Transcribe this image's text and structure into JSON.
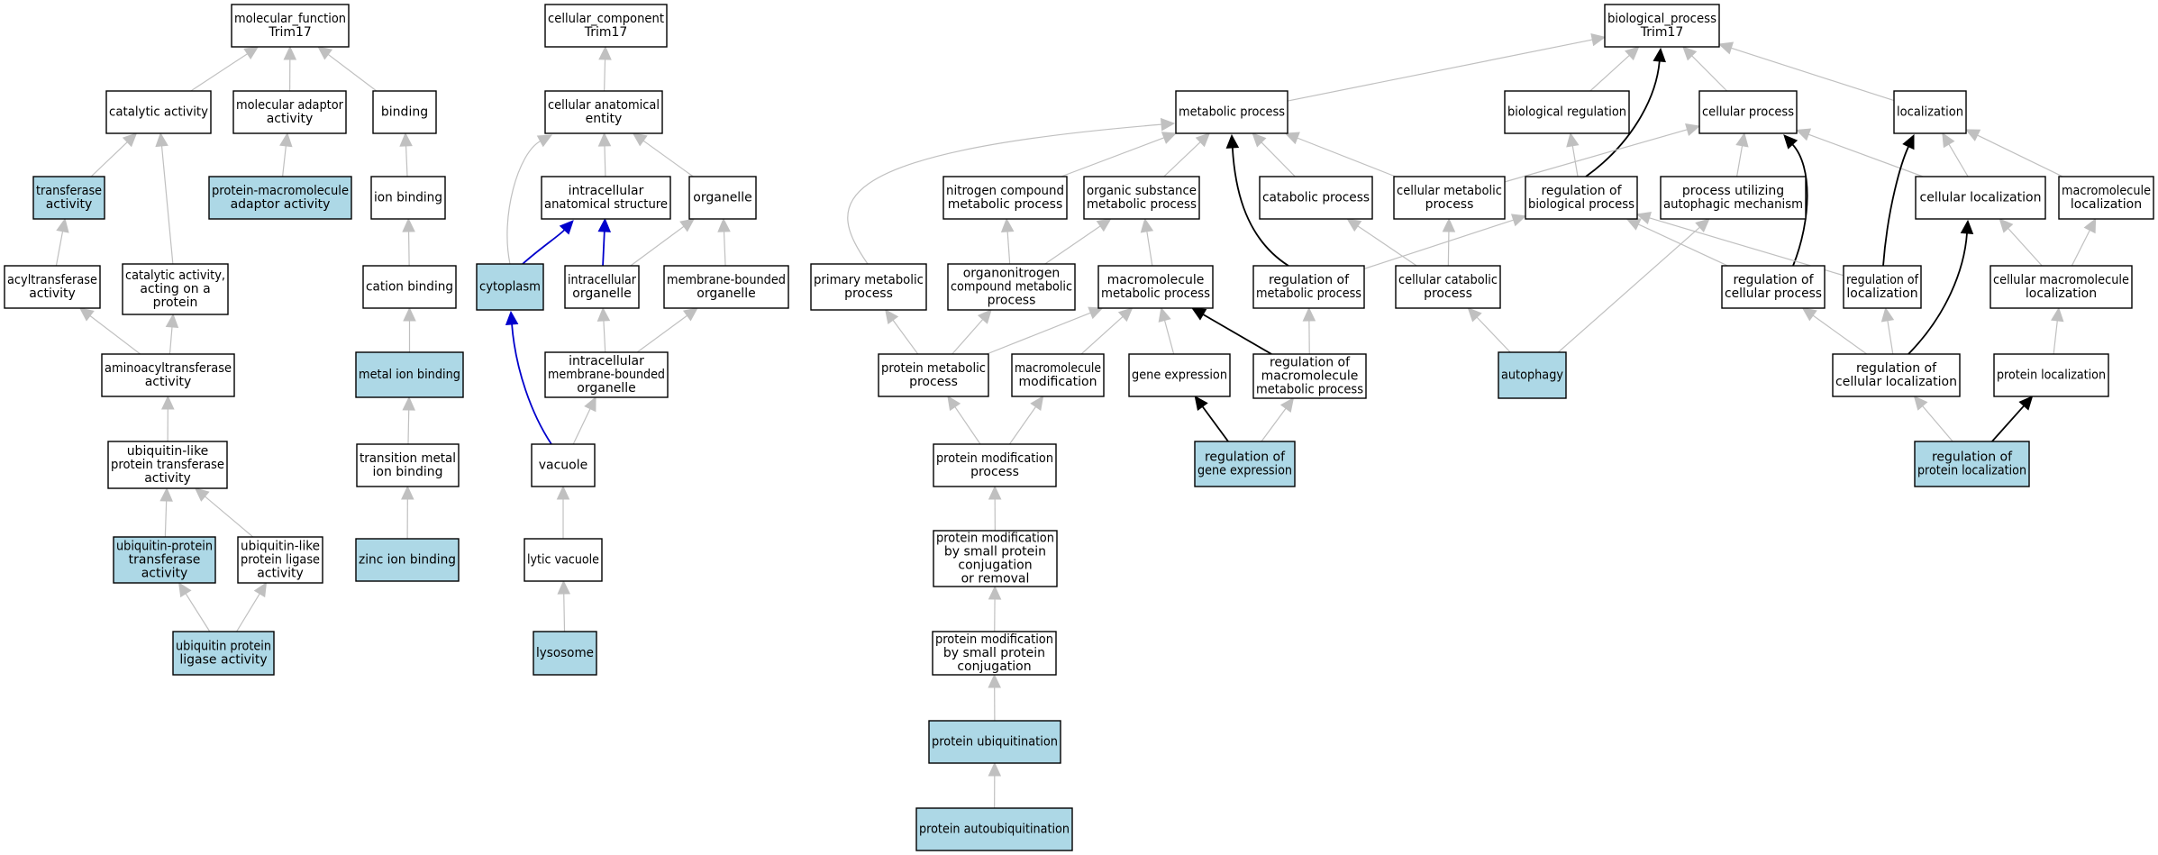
{
  "colors": {
    "highlight_fill": "#add8e6",
    "plain_fill": "#ffffff",
    "gray_edge": "#c0c0c0",
    "black_edge": "#000000",
    "blue_edge": "#0000cc"
  },
  "nodes": [
    {
      "id": "mf_root",
      "lines": [
        "molecular_function",
        "Trim17"
      ],
      "highlighted": false
    },
    {
      "id": "catalytic_activity",
      "lines": [
        "catalytic activity"
      ],
      "highlighted": false
    },
    {
      "id": "molecular_adaptor_activity",
      "lines": [
        "molecular adaptor",
        "activity"
      ],
      "highlighted": false
    },
    {
      "id": "binding",
      "lines": [
        "binding"
      ],
      "highlighted": false
    },
    {
      "id": "transferase_activity",
      "lines": [
        "transferase",
        "activity"
      ],
      "highlighted": true
    },
    {
      "id": "protein_macromolecule_adaptor",
      "lines": [
        "protein-macromolecule",
        "adaptor activity"
      ],
      "highlighted": true
    },
    {
      "id": "ion_binding",
      "lines": [
        "ion binding"
      ],
      "highlighted": false
    },
    {
      "id": "acyltransferase_activity",
      "lines": [
        "acyltransferase",
        "activity"
      ],
      "highlighted": false
    },
    {
      "id": "catalytic_acting_on_protein",
      "lines": [
        "catalytic activity,",
        "acting on a",
        "protein"
      ],
      "highlighted": false
    },
    {
      "id": "cation_binding",
      "lines": [
        "cation binding"
      ],
      "highlighted": false
    },
    {
      "id": "aminoacyltransferase_activity",
      "lines": [
        "aminoacyltransferase",
        "activity"
      ],
      "highlighted": false
    },
    {
      "id": "metal_ion_binding",
      "lines": [
        "metal ion binding"
      ],
      "highlighted": true
    },
    {
      "id": "ubl_protein_transferase",
      "lines": [
        "ubiquitin-like",
        "protein transferase",
        "activity"
      ],
      "highlighted": false
    },
    {
      "id": "transition_metal_ion_binding",
      "lines": [
        "transition metal",
        "ion binding"
      ],
      "highlighted": false
    },
    {
      "id": "ubiquitin_protein_transferase",
      "lines": [
        "ubiquitin-protein",
        "transferase",
        "activity"
      ],
      "highlighted": true
    },
    {
      "id": "ubl_protein_ligase",
      "lines": [
        "ubiquitin-like",
        "protein ligase",
        "activity"
      ],
      "highlighted": false
    },
    {
      "id": "zinc_ion_binding",
      "lines": [
        "zinc ion binding"
      ],
      "highlighted": true
    },
    {
      "id": "ubiquitin_protein_ligase",
      "lines": [
        "ubiquitin protein",
        "ligase activity"
      ],
      "highlighted": true
    },
    {
      "id": "cc_root",
      "lines": [
        "cellular_component",
        "Trim17"
      ],
      "highlighted": false
    },
    {
      "id": "cellular_anatomical_entity",
      "lines": [
        "cellular anatomical",
        "entity"
      ],
      "highlighted": false
    },
    {
      "id": "intracellular_anatomical_structure",
      "lines": [
        "intracellular",
        "anatomical structure"
      ],
      "highlighted": false
    },
    {
      "id": "organelle",
      "lines": [
        "organelle"
      ],
      "highlighted": false
    },
    {
      "id": "cytoplasm",
      "lines": [
        "cytoplasm"
      ],
      "highlighted": true
    },
    {
      "id": "intracellular_organelle",
      "lines": [
        "intracellular",
        "organelle"
      ],
      "highlighted": false
    },
    {
      "id": "membrane_bounded_organelle",
      "lines": [
        "membrane-bounded",
        "organelle"
      ],
      "highlighted": false
    },
    {
      "id": "intracellular_membrane_bounded_organelle",
      "lines": [
        "intracellular",
        "membrane-bounded",
        "organelle"
      ],
      "highlighted": false
    },
    {
      "id": "vacuole",
      "lines": [
        "vacuole"
      ],
      "highlighted": false
    },
    {
      "id": "lytic_vacuole",
      "lines": [
        "lytic vacuole"
      ],
      "highlighted": false
    },
    {
      "id": "lysosome",
      "lines": [
        "lysosome"
      ],
      "highlighted": true
    },
    {
      "id": "bp_root",
      "lines": [
        "biological_process",
        "Trim17"
      ],
      "highlighted": false
    },
    {
      "id": "metabolic_process",
      "lines": [
        "metabolic process"
      ],
      "highlighted": false
    },
    {
      "id": "biological_regulation",
      "lines": [
        "biological regulation"
      ],
      "highlighted": false
    },
    {
      "id": "cellular_process",
      "lines": [
        "cellular process"
      ],
      "highlighted": false
    },
    {
      "id": "localization",
      "lines": [
        "localization"
      ],
      "highlighted": false
    },
    {
      "id": "nitrogen_compound_metabolic_process",
      "lines": [
        "nitrogen compound",
        "metabolic process"
      ],
      "highlighted": false
    },
    {
      "id": "organic_substance_metabolic_process",
      "lines": [
        "organic substance",
        "metabolic process"
      ],
      "highlighted": false
    },
    {
      "id": "catabolic_process",
      "lines": [
        "catabolic process"
      ],
      "highlighted": false
    },
    {
      "id": "cellular_metabolic_process",
      "lines": [
        "cellular metabolic",
        "process"
      ],
      "highlighted": false
    },
    {
      "id": "regulation_of_biological_process",
      "lines": [
        "regulation of",
        "biological process"
      ],
      "highlighted": false
    },
    {
      "id": "process_utilizing_autophagic_mechanism",
      "lines": [
        "process utilizing",
        "autophagic mechanism"
      ],
      "highlighted": false
    },
    {
      "id": "cellular_localization",
      "lines": [
        "cellular localization"
      ],
      "highlighted": false
    },
    {
      "id": "macromolecule_localization",
      "lines": [
        "macromolecule",
        "localization"
      ],
      "highlighted": false
    },
    {
      "id": "primary_metabolic_process",
      "lines": [
        "primary metabolic",
        "process"
      ],
      "highlighted": false
    },
    {
      "id": "organonitrogen_compound_metabolic_process",
      "lines": [
        "organonitrogen",
        "compound metabolic",
        "process"
      ],
      "highlighted": false
    },
    {
      "id": "macromolecule_metabolic_process",
      "lines": [
        "macromolecule",
        "metabolic process"
      ],
      "highlighted": false
    },
    {
      "id": "regulation_of_metabolic_process",
      "lines": [
        "regulation of",
        "metabolic process"
      ],
      "highlighted": false
    },
    {
      "id": "cellular_catabolic_process",
      "lines": [
        "cellular catabolic",
        "process"
      ],
      "highlighted": false
    },
    {
      "id": "regulation_of_cellular_process",
      "lines": [
        "regulation of",
        "cellular process"
      ],
      "highlighted": false
    },
    {
      "id": "regulation_of_localization",
      "lines": [
        "regulation of",
        "localization"
      ],
      "highlighted": false
    },
    {
      "id": "cellular_macromolecule_localization",
      "lines": [
        "cellular macromolecule",
        "localization"
      ],
      "highlighted": false
    },
    {
      "id": "protein_metabolic_process",
      "lines": [
        "protein metabolic",
        "process"
      ],
      "highlighted": false
    },
    {
      "id": "macromolecule_modification",
      "lines": [
        "macromolecule",
        "modification"
      ],
      "highlighted": false
    },
    {
      "id": "gene_expression",
      "lines": [
        "gene expression"
      ],
      "highlighted": false
    },
    {
      "id": "regulation_of_macromolecule_metabolic_process",
      "lines": [
        "regulation of",
        "macromolecule",
        "metabolic process"
      ],
      "highlighted": false
    },
    {
      "id": "autophagy",
      "lines": [
        "autophagy"
      ],
      "highlighted": true
    },
    {
      "id": "regulation_of_cellular_localization",
      "lines": [
        "regulation of",
        "cellular localization"
      ],
      "highlighted": false
    },
    {
      "id": "protein_localization",
      "lines": [
        "protein localization"
      ],
      "highlighted": false
    },
    {
      "id": "protein_modification_process",
      "lines": [
        "protein modification",
        "process"
      ],
      "highlighted": false
    },
    {
      "id": "regulation_of_gene_expression",
      "lines": [
        "regulation of",
        "gene expression"
      ],
      "highlighted": true
    },
    {
      "id": "regulation_of_protein_localization",
      "lines": [
        "regulation of",
        "protein localization"
      ],
      "highlighted": true
    },
    {
      "id": "protein_modification_by_small_protein_conjugation_or_removal",
      "lines": [
        "protein modification",
        "by small protein",
        "conjugation",
        "or removal"
      ],
      "highlighted": false
    },
    {
      "id": "protein_modification_by_small_protein_conjugation",
      "lines": [
        "protein modification",
        "by small protein",
        "conjugation"
      ],
      "highlighted": false
    },
    {
      "id": "protein_ubiquitination",
      "lines": [
        "protein ubiquitination"
      ],
      "highlighted": true
    },
    {
      "id": "protein_autoubiquitination",
      "lines": [
        "protein autoubiquitination"
      ],
      "highlighted": true
    }
  ],
  "edges": [
    {
      "from": "catalytic_activity",
      "to": "mf_root",
      "kind": "is_a"
    },
    {
      "from": "molecular_adaptor_activity",
      "to": "mf_root",
      "kind": "is_a"
    },
    {
      "from": "binding",
      "to": "mf_root",
      "kind": "is_a"
    },
    {
      "from": "transferase_activity",
      "to": "catalytic_activity",
      "kind": "is_a"
    },
    {
      "from": "protein_macromolecule_adaptor",
      "to": "molecular_adaptor_activity",
      "kind": "is_a"
    },
    {
      "from": "ion_binding",
      "to": "binding",
      "kind": "is_a"
    },
    {
      "from": "acyltransferase_activity",
      "to": "transferase_activity",
      "kind": "is_a"
    },
    {
      "from": "catalytic_acting_on_protein",
      "to": "catalytic_activity",
      "kind": "is_a"
    },
    {
      "from": "cation_binding",
      "to": "ion_binding",
      "kind": "is_a"
    },
    {
      "from": "aminoacyltransferase_activity",
      "to": "acyltransferase_activity",
      "kind": "is_a"
    },
    {
      "from": "aminoacyltransferase_activity",
      "to": "catalytic_acting_on_protein",
      "kind": "is_a"
    },
    {
      "from": "metal_ion_binding",
      "to": "cation_binding",
      "kind": "is_a"
    },
    {
      "from": "ubl_protein_transferase",
      "to": "aminoacyltransferase_activity",
      "kind": "is_a"
    },
    {
      "from": "transition_metal_ion_binding",
      "to": "metal_ion_binding",
      "kind": "is_a"
    },
    {
      "from": "ubiquitin_protein_transferase",
      "to": "ubl_protein_transferase",
      "kind": "is_a"
    },
    {
      "from": "ubl_protein_ligase",
      "to": "ubl_protein_transferase",
      "kind": "is_a"
    },
    {
      "from": "zinc_ion_binding",
      "to": "transition_metal_ion_binding",
      "kind": "is_a"
    },
    {
      "from": "ubiquitin_protein_ligase",
      "to": "ubiquitin_protein_transferase",
      "kind": "is_a"
    },
    {
      "from": "ubiquitin_protein_ligase",
      "to": "ubl_protein_ligase",
      "kind": "is_a"
    },
    {
      "from": "cellular_anatomical_entity",
      "to": "cc_root",
      "kind": "is_a"
    },
    {
      "from": "intracellular_anatomical_structure",
      "to": "cellular_anatomical_entity",
      "kind": "is_a"
    },
    {
      "from": "organelle",
      "to": "cellular_anatomical_entity",
      "kind": "is_a"
    },
    {
      "from": "cytoplasm",
      "to": "cellular_anatomical_entity",
      "kind": "is_a"
    },
    {
      "from": "cytoplasm",
      "to": "intracellular_anatomical_structure",
      "kind": "part_of"
    },
    {
      "from": "intracellular_organelle",
      "to": "intracellular_anatomical_structure",
      "kind": "part_of"
    },
    {
      "from": "intracellular_organelle",
      "to": "organelle",
      "kind": "is_a"
    },
    {
      "from": "membrane_bounded_organelle",
      "to": "organelle",
      "kind": "is_a"
    },
    {
      "from": "intracellular_membrane_bounded_organelle",
      "to": "intracellular_organelle",
      "kind": "is_a"
    },
    {
      "from": "intracellular_membrane_bounded_organelle",
      "to": "membrane_bounded_organelle",
      "kind": "is_a"
    },
    {
      "from": "vacuole",
      "to": "intracellular_membrane_bounded_organelle",
      "kind": "is_a"
    },
    {
      "from": "vacuole",
      "to": "cytoplasm",
      "kind": "part_of"
    },
    {
      "from": "lytic_vacuole",
      "to": "vacuole",
      "kind": "is_a"
    },
    {
      "from": "lysosome",
      "to": "lytic_vacuole",
      "kind": "is_a"
    },
    {
      "from": "metabolic_process",
      "to": "bp_root",
      "kind": "is_a"
    },
    {
      "from": "biological_regulation",
      "to": "bp_root",
      "kind": "is_a"
    },
    {
      "from": "cellular_process",
      "to": "bp_root",
      "kind": "is_a"
    },
    {
      "from": "localization",
      "to": "bp_root",
      "kind": "is_a"
    },
    {
      "from": "regulation_of_biological_process",
      "to": "bp_root",
      "kind": "regulates"
    },
    {
      "from": "regulation_of_biological_process",
      "to": "biological_regulation",
      "kind": "is_a"
    },
    {
      "from": "nitrogen_compound_metabolic_process",
      "to": "metabolic_process",
      "kind": "is_a"
    },
    {
      "from": "organic_substance_metabolic_process",
      "to": "metabolic_process",
      "kind": "is_a"
    },
    {
      "from": "catabolic_process",
      "to": "metabolic_process",
      "kind": "is_a"
    },
    {
      "from": "cellular_metabolic_process",
      "to": "metabolic_process",
      "kind": "is_a"
    },
    {
      "from": "primary_metabolic_process",
      "to": "metabolic_process",
      "kind": "is_a"
    },
    {
      "from": "cellular_metabolic_process",
      "to": "cellular_process",
      "kind": "is_a"
    },
    {
      "from": "process_utilizing_autophagic_mechanism",
      "to": "cellular_process",
      "kind": "is_a"
    },
    {
      "from": "cellular_localization",
      "to": "cellular_process",
      "kind": "is_a"
    },
    {
      "from": "cellular_localization",
      "to": "localization",
      "kind": "is_a"
    },
    {
      "from": "macromolecule_localization",
      "to": "localization",
      "kind": "is_a"
    },
    {
      "from": "regulation_of_localization",
      "to": "localization",
      "kind": "regulates"
    },
    {
      "from": "regulation_of_cellular_process",
      "to": "cellular_process",
      "kind": "regulates"
    },
    {
      "from": "regulation_of_metabolic_process",
      "to": "metabolic_process",
      "kind": "regulates"
    },
    {
      "from": "organonitrogen_compound_metabolic_process",
      "to": "nitrogen_compound_metabolic_process",
      "kind": "is_a"
    },
    {
      "from": "organonitrogen_compound_metabolic_process",
      "to": "organic_substance_metabolic_process",
      "kind": "is_a"
    },
    {
      "from": "macromolecule_metabolic_process",
      "to": "organic_substance_metabolic_process",
      "kind": "is_a"
    },
    {
      "from": "regulation_of_metabolic_process",
      "to": "regulation_of_biological_process",
      "kind": "is_a"
    },
    {
      "from": "cellular_catabolic_process",
      "to": "catabolic_process",
      "kind": "is_a"
    },
    {
      "from": "cellular_catabolic_process",
      "to": "cellular_metabolic_process",
      "kind": "is_a"
    },
    {
      "from": "regulation_of_cellular_process",
      "to": "regulation_of_biological_process",
      "kind": "is_a"
    },
    {
      "from": "regulation_of_localization",
      "to": "regulation_of_biological_process",
      "kind": "is_a"
    },
    {
      "from": "cellular_macromolecule_localization",
      "to": "cellular_localization",
      "kind": "is_a"
    },
    {
      "from": "cellular_macromolecule_localization",
      "to": "macromolecule_localization",
      "kind": "is_a"
    },
    {
      "from": "protein_metabolic_process",
      "to": "primary_metabolic_process",
      "kind": "is_a"
    },
    {
      "from": "protein_metabolic_process",
      "to": "organonitrogen_compound_metabolic_process",
      "kind": "is_a"
    },
    {
      "from": "protein_metabolic_process",
      "to": "macromolecule_metabolic_process",
      "kind": "is_a"
    },
    {
      "from": "macromolecule_modification",
      "to": "macromolecule_metabolic_process",
      "kind": "is_a"
    },
    {
      "from": "gene_expression",
      "to": "macromolecule_metabolic_process",
      "kind": "is_a"
    },
    {
      "from": "regulation_of_macromolecule_metabolic_process",
      "to": "macromolecule_metabolic_process",
      "kind": "regulates"
    },
    {
      "from": "regulation_of_macromolecule_metabolic_process",
      "to": "regulation_of_metabolic_process",
      "kind": "is_a"
    },
    {
      "from": "autophagy",
      "to": "cellular_catabolic_process",
      "kind": "is_a"
    },
    {
      "from": "autophagy",
      "to": "process_utilizing_autophagic_mechanism",
      "kind": "is_a"
    },
    {
      "from": "regulation_of_cellular_localization",
      "to": "regulation_of_cellular_process",
      "kind": "is_a"
    },
    {
      "from": "regulation_of_cellular_localization",
      "to": "regulation_of_localization",
      "kind": "is_a"
    },
    {
      "from": "regulation_of_cellular_localization",
      "to": "cellular_localization",
      "kind": "regulates"
    },
    {
      "from": "protein_localization",
      "to": "cellular_macromolecule_localization",
      "kind": "is_a"
    },
    {
      "from": "protein_modification_process",
      "to": "protein_metabolic_process",
      "kind": "is_a"
    },
    {
      "from": "protein_modification_process",
      "to": "macromolecule_modification",
      "kind": "is_a"
    },
    {
      "from": "regulation_of_gene_expression",
      "to": "gene_expression",
      "kind": "regulates"
    },
    {
      "from": "regulation_of_gene_expression",
      "to": "regulation_of_macromolecule_metabolic_process",
      "kind": "is_a"
    },
    {
      "from": "regulation_of_protein_localization",
      "to": "regulation_of_cellular_localization",
      "kind": "is_a"
    },
    {
      "from": "regulation_of_protein_localization",
      "to": "protein_localization",
      "kind": "regulates"
    },
    {
      "from": "protein_modification_by_small_protein_conjugation_or_removal",
      "to": "protein_modification_process",
      "kind": "is_a"
    },
    {
      "from": "protein_modification_by_small_protein_conjugation",
      "to": "protein_modification_by_small_protein_conjugation_or_removal",
      "kind": "is_a"
    },
    {
      "from": "protein_ubiquitination",
      "to": "protein_modification_by_small_protein_conjugation",
      "kind": "is_a"
    },
    {
      "from": "protein_autoubiquitination",
      "to": "protein_ubiquitination",
      "kind": "is_a"
    }
  ]
}
